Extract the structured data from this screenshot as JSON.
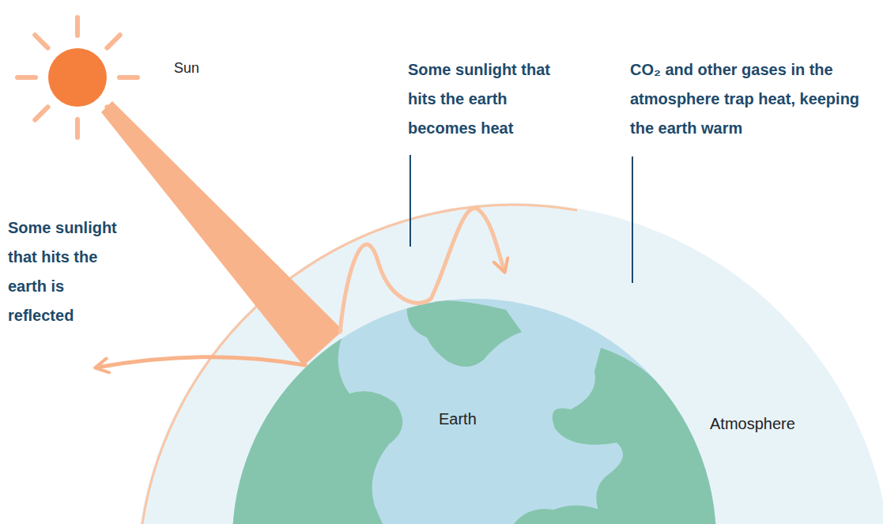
{
  "diagram": {
    "nodes": [
      {
        "text": [
          "Sun"
        ]
      },
      {
        "text": [
          "Atmosphere"
        ]
      },
      {
        "text": [
          "Earth"
        ],
        "in": 1
      }
    ],
    "labels": [
      "Some sunlight that hits the earth becomes heat",
      "CO₂ and other gases in the atmosphere trap heat, keeping the earth warm",
      "Some sunlight that hits the earth is reflected"
    ]
  }
}
